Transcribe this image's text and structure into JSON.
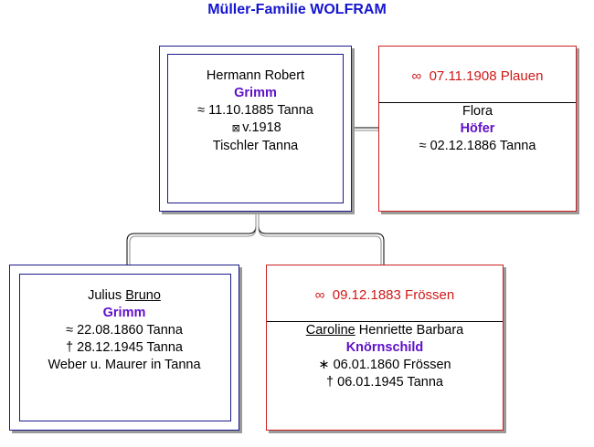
{
  "title": "Müller-Familie WOLFRAM",
  "top_male": {
    "given": "Hermann Robert",
    "surname": "Grimm",
    "baptism": "≈  11.10.1885 Tanna",
    "death": "v.1918",
    "death_symbol": "⊠",
    "occupation": "Tischler Tanna"
  },
  "top_female": {
    "marriage_symbol": "∞",
    "marriage": "07.11.1908 Plauen",
    "given": "Flora",
    "surname": "Höfer",
    "baptism": "≈  02.12.1886 Tanna"
  },
  "bottom_male": {
    "given_first": "Julius ",
    "given_call": "Bruno",
    "surname": "Grimm",
    "baptism": "≈  22.08.1860 Tanna",
    "death": "†  28.12.1945 Tanna",
    "occupation": "Weber u. Maurer in Tanna"
  },
  "bottom_female": {
    "marriage_symbol": "∞",
    "marriage": "09.12.1883 Frössen",
    "given_call": "Caroline",
    "given_rest": " Henriette Barbara",
    "surname": "Knörnschild",
    "birth": "∗  06.01.1860 Frössen",
    "death": "†  06.01.1945 Tanna"
  },
  "colors": {
    "title": "#1515d0",
    "male_border": "#1a1a8c",
    "female_border": "#cc2020",
    "surname": "#6010c8",
    "marriage": "#d01818"
  }
}
